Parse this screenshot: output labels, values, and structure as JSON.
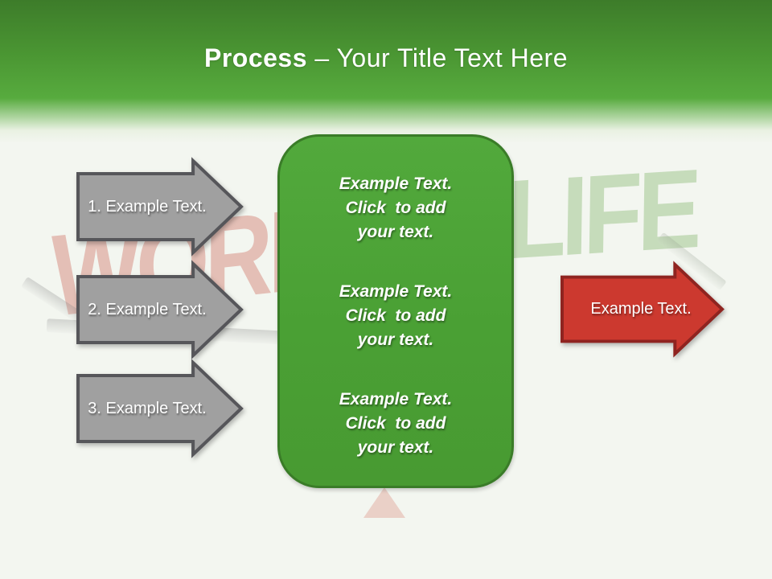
{
  "slide": {
    "title": {
      "emphasis": "Process",
      "rest": "– Your Title Text Here"
    },
    "steps": [
      {
        "label": "1. Example Text."
      },
      {
        "label": "2. Example Text."
      },
      {
        "label": "3. Example Text."
      }
    ],
    "center_panel": {
      "blocks": [
        {
          "lines": [
            "Example Text.",
            "Click  to add",
            "your text."
          ]
        },
        {
          "lines": [
            "Example Text.",
            "Click  to add",
            "your text."
          ]
        },
        {
          "lines": [
            "Example Text.",
            "Click  to add",
            "your text."
          ]
        }
      ]
    },
    "result_arrow": {
      "label": "Example Text."
    },
    "watermark": {
      "left_word": "WORK",
      "right_word": "LIFE"
    },
    "colors": {
      "header_green_dark": "#3d7c2a",
      "header_green_light": "#57ab3e",
      "background": "#f3f6f0",
      "panel_green": "#4da338",
      "panel_border_green": "#3a7c28",
      "step_arrow_gray": "#a0a0a0",
      "step_arrow_border_gray": "#56565a",
      "result_arrow_red": "#cc392f",
      "result_arrow_border_red": "#8f2420",
      "text_white": "#ffffff",
      "watermark_work_red": "#c43e32",
      "watermark_life_green": "#78af5f"
    }
  }
}
